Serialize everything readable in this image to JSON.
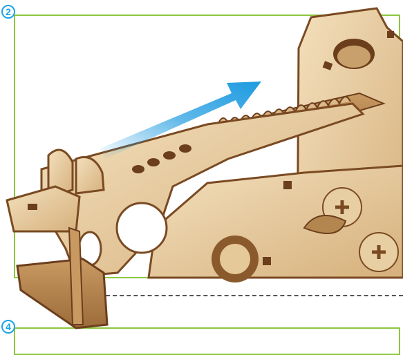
{
  "steps": [
    {
      "number": "2"
    },
    {
      "number": "4"
    }
  ],
  "colors": {
    "frame": "#8cc63f",
    "badge": "#1aa3e6",
    "wood_light": "#ecd3a8",
    "wood_mid": "#d9b583",
    "wood_edge": "#7a4a22",
    "arrow": "#1e9be0"
  },
  "illustration": {
    "subject": "wooden-mechanism-assembly",
    "direction_indicator": "arrow-icon"
  }
}
